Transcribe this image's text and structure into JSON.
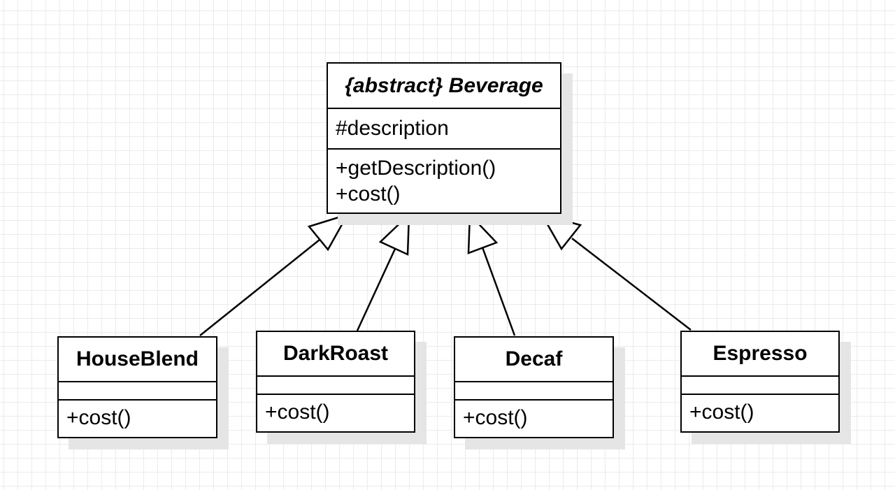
{
  "diagram": {
    "parent": {
      "name": "{abstract} Beverage",
      "attributes": [
        "#description"
      ],
      "methods": [
        "+getDescription()",
        "+cost()"
      ]
    },
    "children": [
      {
        "name": "HouseBlend",
        "attributes": [],
        "methods": [
          "+cost()"
        ]
      },
      {
        "name": "DarkRoast",
        "attributes": [],
        "methods": [
          "+cost()"
        ]
      },
      {
        "name": "Decaf",
        "attributes": [],
        "methods": [
          "+cost()"
        ]
      },
      {
        "name": "Espresso",
        "attributes": [],
        "methods": [
          "+cost()"
        ]
      }
    ],
    "relationships": [
      {
        "type": "generalization",
        "from": "HouseBlend",
        "to": "{abstract} Beverage"
      },
      {
        "type": "generalization",
        "from": "DarkRoast",
        "to": "{abstract} Beverage"
      },
      {
        "type": "generalization",
        "from": "Decaf",
        "to": "{abstract} Beverage"
      },
      {
        "type": "generalization",
        "from": "Espresso",
        "to": "{abstract} Beverage"
      }
    ]
  }
}
